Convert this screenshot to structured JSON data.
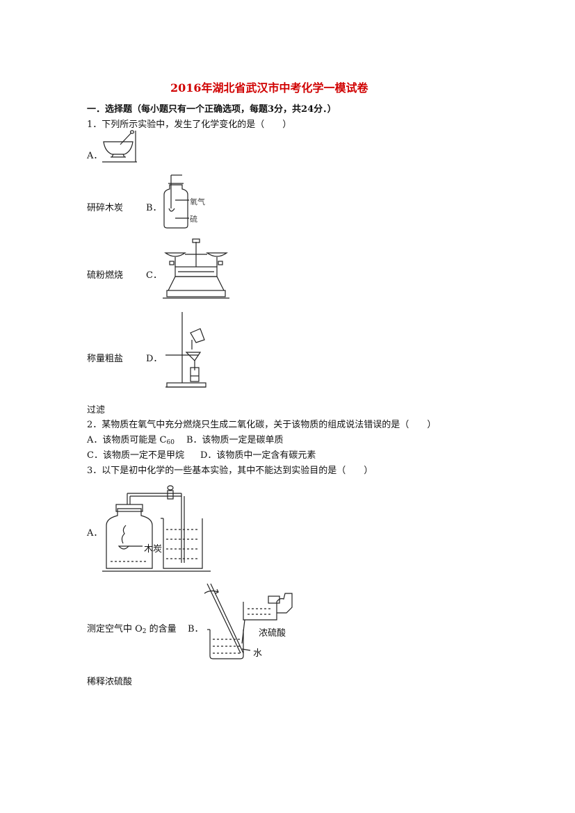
{
  "title": "2016年湖北省武汉市中考化学一模试卷",
  "section": "一．选择题（每小题只有一个正确选项，每题3分，共24分．）",
  "q1": {
    "stem": "1．下列所示实验中，发生了化学变化的是（　　）",
    "a_label": "A．",
    "a_caption": "研碎木炭",
    "b_label": "B．",
    "b_oxygen": "氧气",
    "b_sulfur": "硫",
    "b_caption": "硫粉燃烧",
    "c_label": "C．",
    "c_caption": "称量粗盐",
    "d_label": "D．",
    "d_caption": "过滤"
  },
  "q2": {
    "stem": "2．某物质在氧气中充分燃烧只生成二氧化碳，关于该物质的组成说法错误的是（　　）",
    "opt_a_text": "A．该物质可能是 C",
    "opt_a_sub": "60",
    "opt_b": "B．该物质一定是碳单质",
    "opt_c": "C．该物质一定不是甲烷",
    "opt_d": "D．该物质中一定含有碳元素"
  },
  "q3": {
    "stem": "3．以下是初中化学的一些基本实验，其中不能达到实验目的是（　　）",
    "a_label": "A．",
    "a_charcoal": "木炭",
    "a_caption_pre": "测定空气中 O",
    "a_caption_sub": "2",
    "a_caption_post": " 的含量",
    "b_label": "B．",
    "b_acid": "浓硫酸",
    "b_water": "水",
    "b_caption": "稀释浓硫酸"
  }
}
